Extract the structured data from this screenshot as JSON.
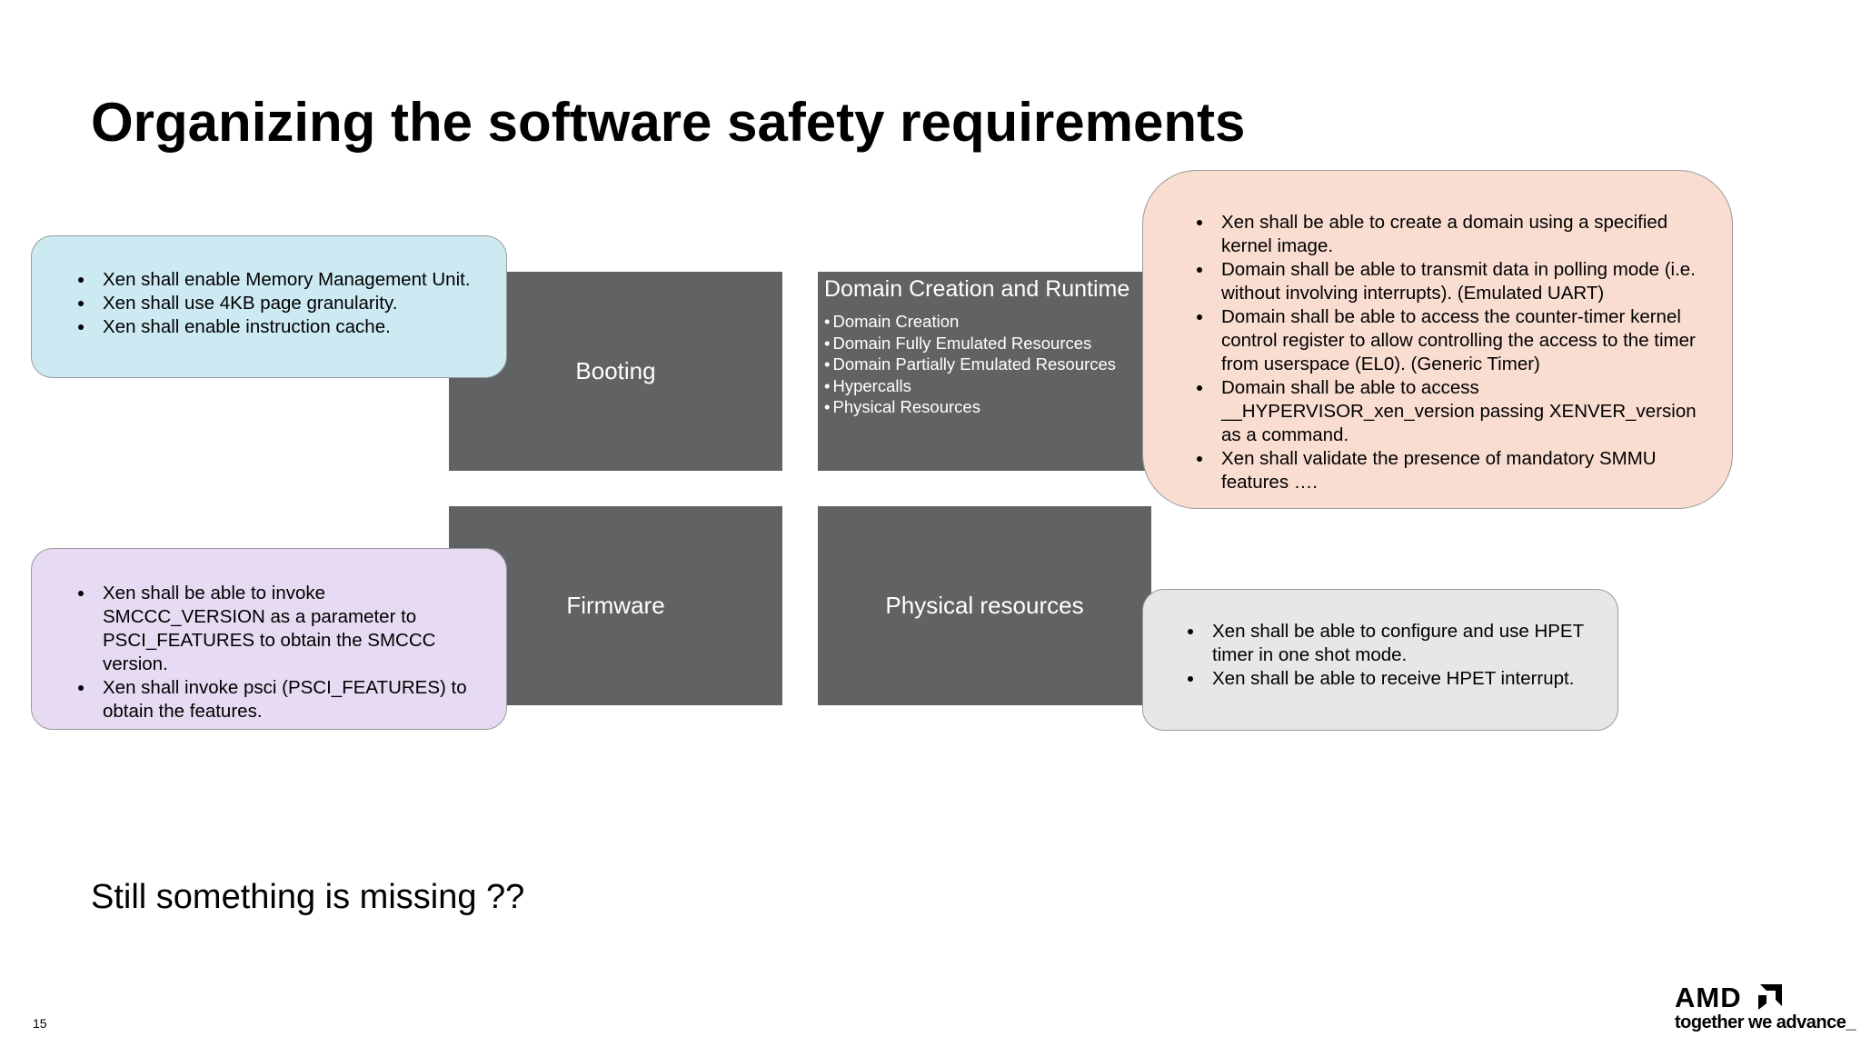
{
  "title": "Organizing the software safety requirements",
  "tiles": {
    "booting": "Booting",
    "firmware": "Firmware",
    "physical": "Physical resources",
    "domain": {
      "heading": "Domain Creation and Runtime",
      "items": [
        "Domain Creation",
        "Domain Fully Emulated Resources",
        "Domain Partially Emulated Resources",
        "Hypercalls",
        "Physical Resources"
      ]
    }
  },
  "callouts": {
    "booting": [
      "Xen shall enable Memory Management Unit.",
      "Xen shall use 4KB page granularity.",
      "Xen shall enable instruction cache."
    ],
    "firmware": [
      "Xen shall be able to invoke SMCCC_VERSION as a parameter to PSCI_FEATURES to obtain the SMCCC version.",
      "Xen shall invoke psci (PSCI_FEATURES) to obtain the features."
    ],
    "domain": [
      "Xen shall be able to create a domain using a specified kernel image.",
      "Domain shall be able to transmit data in polling mode (i.e. without involving interrupts). (Emulated UART)",
      "Domain shall be able to access the counter-timer kernel control register to allow controlling the access to the timer from userspace (EL0). (Generic Timer)",
      "Domain shall be able to access __HYPERVISOR_xen_version passing XENVER_version as a command.",
      "Xen shall validate the presence of mandatory SMMU features …."
    ],
    "physical": [
      "Xen shall be able to configure and use HPET timer in one shot mode.",
      "Xen shall be able to receive HPET interrupt."
    ]
  },
  "footnote": "Still something is missing ??",
  "page_number": "15",
  "logo": {
    "word": "AMD",
    "tagline": "together we advance_"
  },
  "colors": {
    "tile": "#616263",
    "callout_blue": "#cdeaf3",
    "callout_purple": "#e6dbf2",
    "callout_orange": "#f9ddd0",
    "callout_gray": "#e7e7e7"
  }
}
